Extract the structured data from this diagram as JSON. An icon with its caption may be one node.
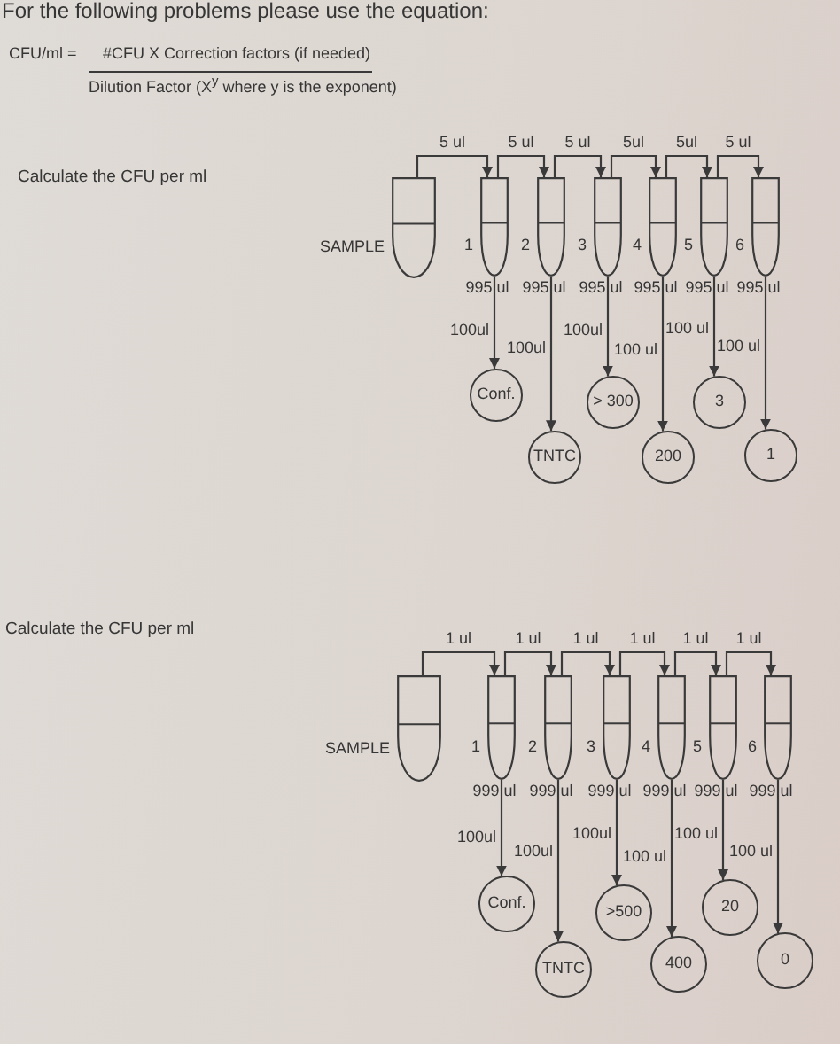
{
  "diagram": {
    "title": "For the following problems please use the equation:",
    "nodes": [
      {
        "text": [],
        "shape": "tube",
        "beside": [
          "SAMPLE"
        ]
      },
      {
        "text": [],
        "shape": "tube",
        "beside": [
          "1",
          "995 ul"
        ]
      },
      {
        "text": [],
        "shape": "tube",
        "beside": [
          "2",
          "995 ul"
        ]
      },
      {
        "text": [],
        "shape": "tube",
        "beside": [
          "3",
          "995 ul"
        ]
      },
      {
        "text": [],
        "shape": "tube",
        "beside": [
          "4",
          "995 ul"
        ]
      },
      {
        "text": [],
        "shape": "tube",
        "beside": [
          "5",
          "995 ul"
        ]
      },
      {
        "text": [],
        "shape": "tube",
        "beside": [
          "6",
          "995 ul"
        ]
      },
      {
        "text": [
          "Conf."
        ]
      },
      {
        "text": [
          "TNTC"
        ]
      },
      {
        "text": [
          "> 300"
        ]
      },
      {
        "text": [
          "200"
        ]
      },
      {
        "text": [
          "3"
        ]
      },
      {
        "text": [
          "1"
        ]
      },
      {
        "text": [],
        "shape": "tube",
        "beside": [
          "SAMPLE"
        ]
      },
      {
        "text": [],
        "shape": "tube",
        "beside": [
          "1",
          "999 ul"
        ]
      },
      {
        "text": [],
        "shape": "tube",
        "beside": [
          "2",
          "999 ul"
        ]
      },
      {
        "text": [],
        "shape": "tube",
        "beside": [
          "3",
          "999 ul"
        ]
      },
      {
        "text": [],
        "shape": "tube",
        "beside": [
          "4",
          "999 ul"
        ]
      },
      {
        "text": [],
        "shape": "tube",
        "beside": [
          "5",
          "999 ul"
        ]
      },
      {
        "text": [],
        "shape": "tube",
        "beside": [
          "6",
          "999 ul"
        ]
      },
      {
        "text": [
          "Conf."
        ]
      },
      {
        "text": [
          "TNTC"
        ]
      },
      {
        "text": [
          ">500"
        ]
      },
      {
        "text": [
          "400"
        ]
      },
      {
        "text": [
          "20"
        ]
      },
      {
        "text": [
          "0"
        ]
      }
    ],
    "edges": [
      {
        "from": 0,
        "to": 1,
        "arrow": "to",
        "label": "5 ul"
      },
      {
        "from": 1,
        "to": 2,
        "arrow": "to",
        "label": "5 ul"
      },
      {
        "from": 2,
        "to": 3,
        "arrow": "to",
        "label": "5 ul"
      },
      {
        "from": 3,
        "to": 4,
        "arrow": "to",
        "label": "5ul"
      },
      {
        "from": 4,
        "to": 5,
        "arrow": "to",
        "label": "5ul"
      },
      {
        "from": 5,
        "to": 6,
        "arrow": "to",
        "label": "5 ul"
      },
      {
        "from": 1,
        "to": 7,
        "arrow": "to",
        "label": "100ul"
      },
      {
        "from": 2,
        "to": 8,
        "arrow": "to",
        "label": "100ul"
      },
      {
        "from": 3,
        "to": 9,
        "arrow": "to",
        "label": "100ul"
      },
      {
        "from": 4,
        "to": 10,
        "arrow": "to",
        "label": "100 ul"
      },
      {
        "from": 5,
        "to": 11,
        "arrow": "to",
        "label": "100 ul"
      },
      {
        "from": 6,
        "to": 12,
        "arrow": "to",
        "label": "100 ul"
      },
      {
        "from": 13,
        "to": 14,
        "arrow": "to",
        "label": "1 ul"
      },
      {
        "from": 14,
        "to": 15,
        "arrow": "to",
        "label": "1 ul"
      },
      {
        "from": 15,
        "to": 16,
        "arrow": "to",
        "label": "1 ul"
      },
      {
        "from": 16,
        "to": 17,
        "arrow": "to",
        "label": "1 ul"
      },
      {
        "from": 17,
        "to": 18,
        "arrow": "to",
        "label": "1 ul"
      },
      {
        "from": 18,
        "to": 19,
        "arrow": "to",
        "label": "1 ul"
      },
      {
        "from": 14,
        "to": 20,
        "arrow": "to",
        "label": "100ul"
      },
      {
        "from": 15,
        "to": 21,
        "arrow": "to",
        "label": "100ul"
      },
      {
        "from": 16,
        "to": 22,
        "arrow": "to",
        "label": "100ul"
      },
      {
        "from": 17,
        "to": 23,
        "arrow": "to",
        "label": "100 ul"
      },
      {
        "from": 18,
        "to": 24,
        "arrow": "to",
        "label": "100 ul"
      },
      {
        "from": 19,
        "to": 25,
        "arrow": "to",
        "label": "100 ul"
      }
    ],
    "labels": [
      "CFU/ml =",
      "#CFU X Correction factors (if needed)",
      "Dilution Factor (X$^{y}$ where y is the exponent)",
      "Calculate the CFU per ml",
      "Calculate the CFU per ml"
    ]
  }
}
